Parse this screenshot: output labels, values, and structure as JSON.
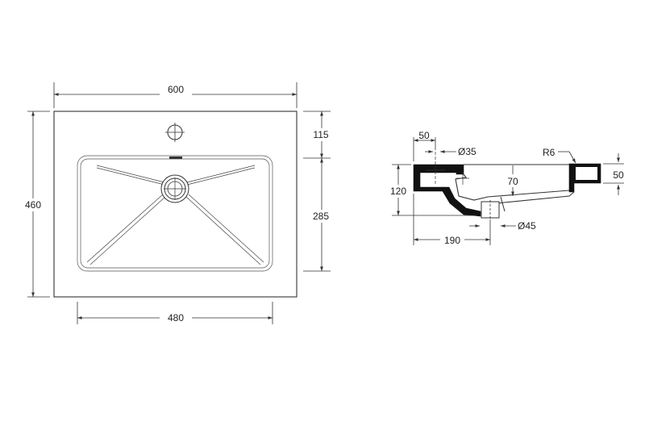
{
  "plan_view": {
    "overall_width": "600",
    "overall_depth": "460",
    "tap_hole_offset": "115",
    "bowl_depth": "285",
    "bowl_width": "480"
  },
  "section_view": {
    "tap_offset": "50",
    "tap_hole_diameter": "Ø35",
    "inner_radius": "R6",
    "rim_thickness": "50",
    "bowl_depth": "70",
    "total_height": "120",
    "waste_offset": "190",
    "waste_diameter": "Ø45"
  }
}
